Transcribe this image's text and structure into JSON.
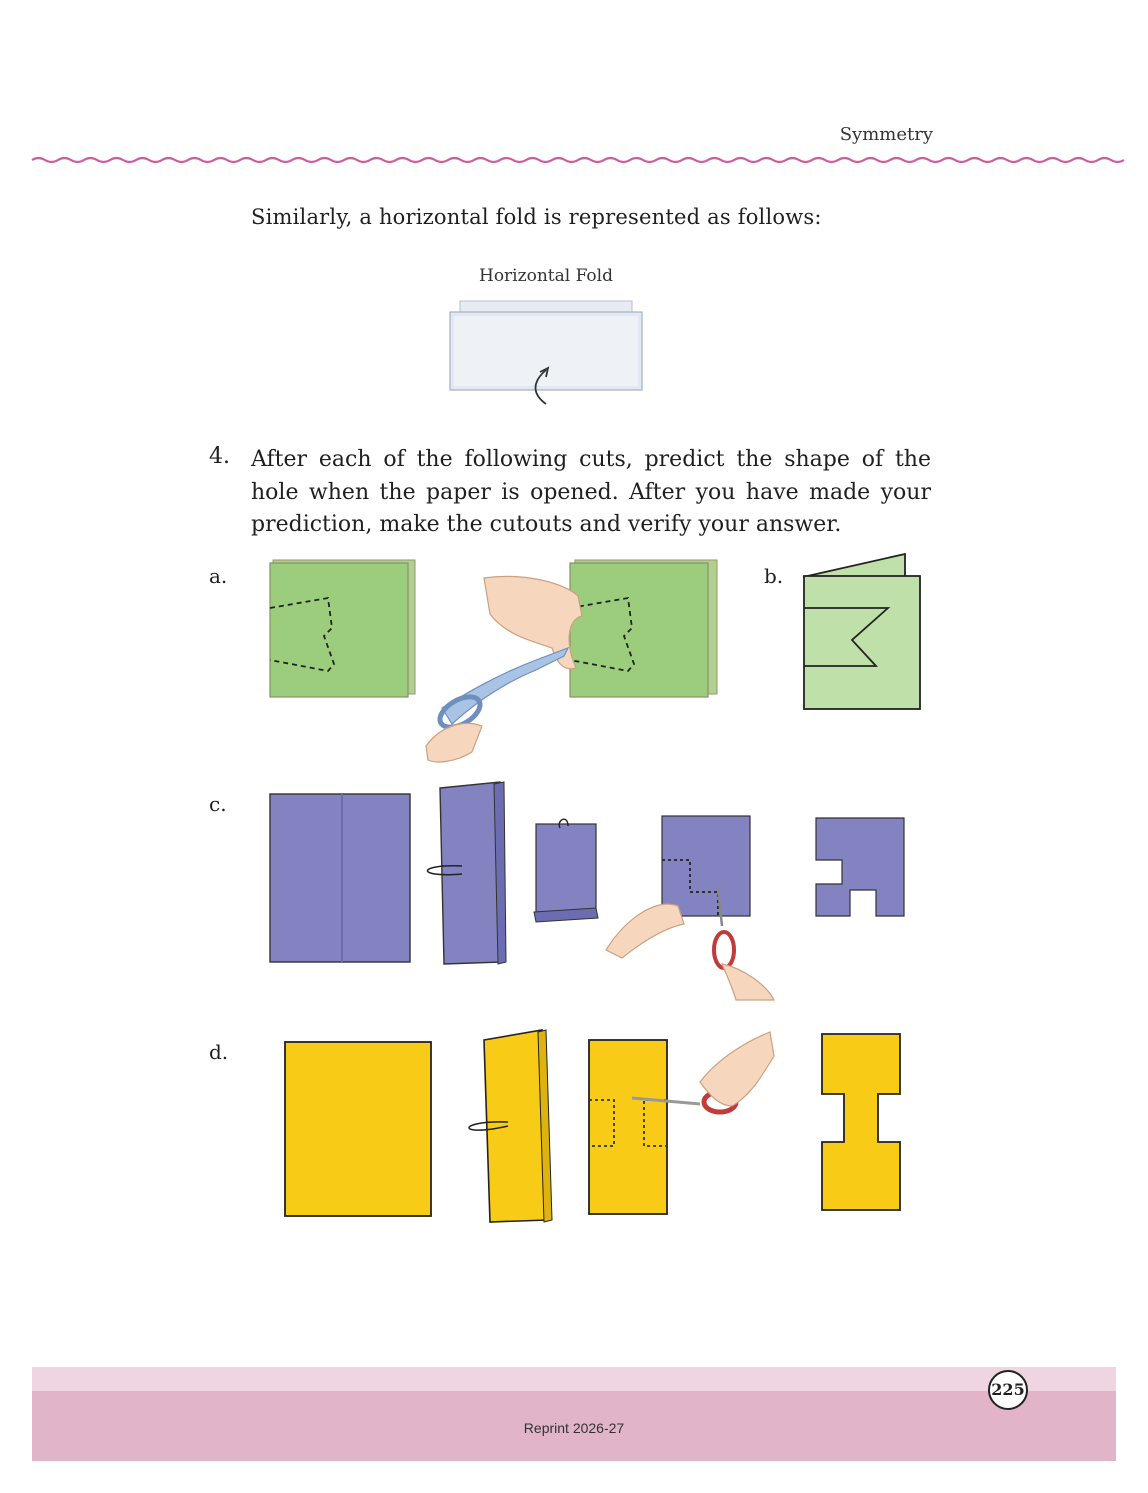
{
  "header": {
    "chapter_title": "Symmetry"
  },
  "intro": {
    "text": "Similarly, a horizontal fold is represented as follows:"
  },
  "horizontal_fold": {
    "label": "Horizontal Fold"
  },
  "question": {
    "number": "4.",
    "text": "After each of the following cuts, predict the shape of the hole when the paper is opened. After you have made your prediction, make the cutouts and verify your answer."
  },
  "parts": {
    "a": "a.",
    "b": "b.",
    "c": "c.",
    "d": "d."
  },
  "colors": {
    "green_paper": "#9ccd7c",
    "light_green_paper": "#bfe0a8",
    "purple_paper": "#8283c0",
    "yellow_paper": "#f8cb17",
    "wave_rule": "#cc5f9b",
    "footer": "#e2b4c9"
  },
  "footer": {
    "page_number": "225",
    "reprint": "Reprint 2026-27"
  }
}
